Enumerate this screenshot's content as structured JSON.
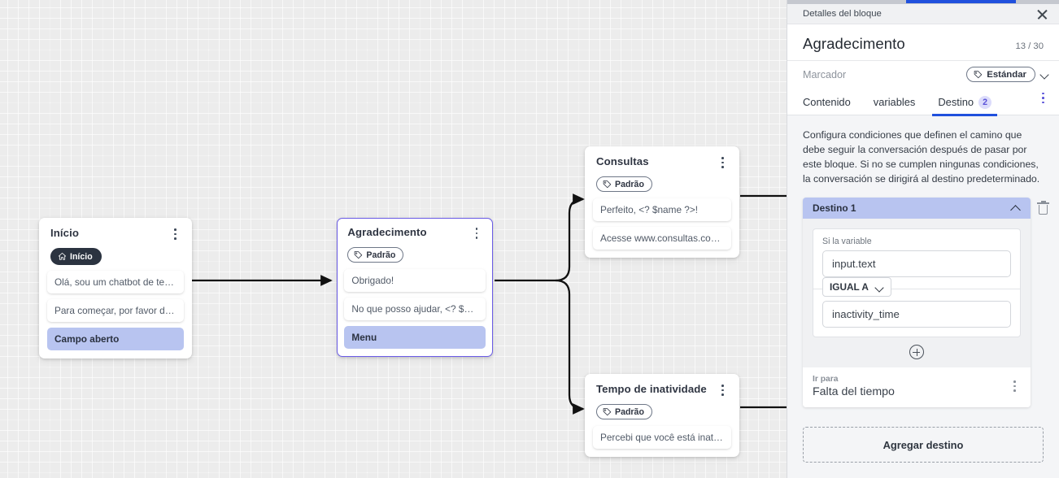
{
  "canvas": {
    "nodes": [
      {
        "id": "inicio",
        "title": "Início",
        "tag": "Início",
        "tag_icon": "home-icon",
        "tag_style": "dark",
        "selected": false,
        "messages": [
          "Olá, sou um chatbot de teste!",
          "Para começar, por favor digite o ..."
        ],
        "highlight": "Campo aberto"
      },
      {
        "id": "agradecimento",
        "title": "Agradecimento",
        "tag": "Padrão",
        "tag_icon": "tag-icon",
        "tag_style": "outline",
        "selected": true,
        "messages": [
          "Obrigado!",
          "No que posso ajudar, <? $name ..."
        ],
        "highlight": "Menu"
      },
      {
        "id": "consultas",
        "title": "Consultas",
        "tag": "Padrão",
        "tag_icon": "tag-icon",
        "tag_style": "outline",
        "selected": false,
        "messages": [
          "Perfeito, <? $name ?>!",
          "Acesse www.consultas.com par..."
        ],
        "highlight": null
      },
      {
        "id": "inatividade",
        "title": "Tempo de inatividade",
        "tag": "Padrão",
        "tag_icon": "tag-icon",
        "tag_style": "outline",
        "selected": false,
        "messages": [
          "Percebi que você está inativo. C..."
        ],
        "highlight": null
      }
    ]
  },
  "panel": {
    "header_title": "Detalles del bloque",
    "close_icon": "close-icon",
    "block_title": "Agradecimento",
    "char_count": "13 / 30",
    "marcador_label": "Marcador",
    "marcador_value": "Estándar",
    "tabs": [
      {
        "label": "Contenido",
        "badge": null,
        "active": false
      },
      {
        "label": "variables",
        "badge": null,
        "active": false
      },
      {
        "label": "Destino",
        "badge": "2",
        "active": true
      }
    ],
    "description": "Configura condiciones que definen el camino que debe seguir la conversación después de pasar por este bloque. Si no se cumplen ningunas condiciones, la conversación se dirigirá al destino predeterminado.",
    "destination": {
      "header": "Destino 1",
      "condition_label": "Si la variable",
      "variable_value": "input.text",
      "operator": "IGUAL A",
      "compare_value": "inactivity_time",
      "add_condition_icon": "plus-circle-icon",
      "goto_label": "Ir para",
      "goto_value": "Falta del tiempo",
      "delete_icon": "trash-icon"
    },
    "add_destination_label": "Agregar destino"
  },
  "colors": {
    "accent_blue": "#2050dd",
    "highlight_lavender": "#b8c4f0",
    "selected_border": "#6b5ce7",
    "badge_purple": "#5a52d8"
  }
}
